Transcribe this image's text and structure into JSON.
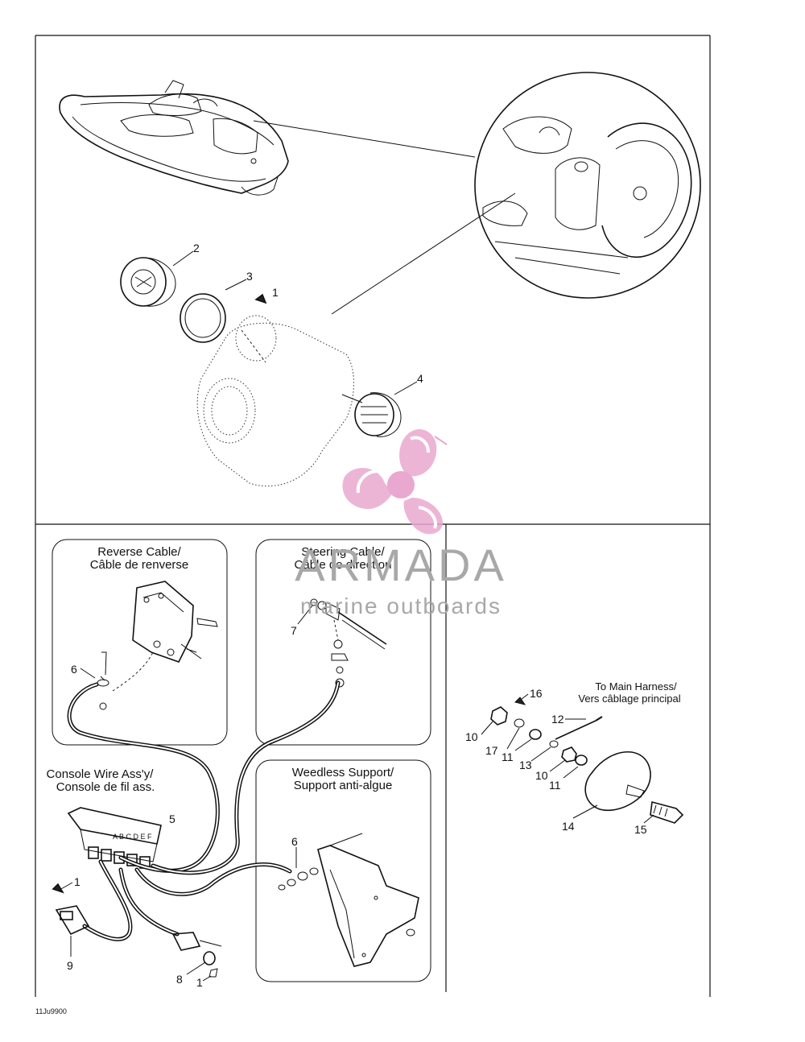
{
  "callouts": {
    "c2": "2",
    "c3": "3",
    "c1a": "1",
    "c4": "4",
    "c6a": "6",
    "c7": "7",
    "c5": "5",
    "c6b": "6",
    "c1b": "1",
    "c9": "9",
    "c8": "8",
    "c1c": "1",
    "c16": "16",
    "c12": "12",
    "c10a": "10",
    "c17": "17",
    "c11a": "11",
    "c13": "13",
    "c10b": "10",
    "c11b": "11",
    "c14": "14",
    "c15": "15"
  },
  "captions": {
    "reverse_1": "Reverse Cable/",
    "reverse_2": "Câble de renverse",
    "steering_1": "Steering Cable/",
    "steering_2": "Câble de direction",
    "console_1": "Console Wire Ass'y/",
    "console_2": "Console de fil ass.",
    "weedless_1": "Weedless Support/",
    "weedless_2": "Support anti-algue",
    "harness_1": "To Main Harness/",
    "harness_2": "Vers câblage principal"
  },
  "connector_letters": "A B C D E F",
  "footer_code": "11Ju9900",
  "watermark": {
    "brand": "ARMADA",
    "tagline": "marine outboards",
    "brand_color": "#a8a8a8",
    "logo_color": "#e9a8cf"
  }
}
